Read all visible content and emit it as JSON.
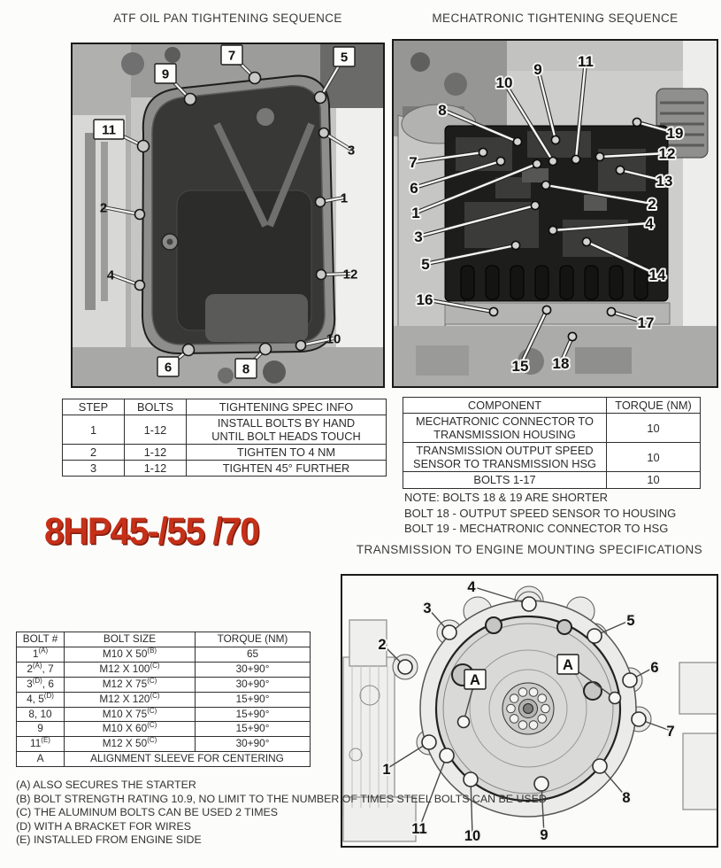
{
  "colors": {
    "model_red": "#c63018"
  },
  "model_label": "8HP45-/55 /70",
  "atf_diagram": {
    "title": "ATF OIL PAN TIGHTENING SEQUENCE",
    "callouts": [
      "9",
      "7",
      "5",
      "11",
      "3",
      "2",
      "1",
      "4",
      "12",
      "10",
      "6",
      "8"
    ]
  },
  "mech_diagram": {
    "title": "MECHATRONIC TIGHTENING SEQUENCE",
    "callouts": [
      "8",
      "10",
      "9",
      "11",
      "19",
      "7",
      "12",
      "6",
      "13",
      "1",
      "2",
      "3",
      "4",
      "5",
      "14",
      "16",
      "17",
      "15",
      "18"
    ]
  },
  "mount_diagram": {
    "title": "TRANSMISSION TO ENGINE MOUNTING SPECIFICATIONS",
    "callouts": [
      "4",
      "3",
      "2",
      "5",
      "6",
      "7",
      "1",
      "8",
      "11",
      "10",
      "9",
      "A",
      "A"
    ]
  },
  "atf_table": {
    "headers": [
      "STEP",
      "BOLTS",
      "TIGHTENING SPEC INFO"
    ],
    "rows": [
      [
        "1",
        "1-12",
        "INSTALL BOLTS BY HAND\nUNTIL BOLT HEADS TOUCH"
      ],
      [
        "2",
        "1-12",
        "TIGHTEN TO 4 NM"
      ],
      [
        "3",
        "1-12",
        "TIGHTEN 45° FURTHER"
      ]
    ]
  },
  "mech_table": {
    "headers": [
      "COMPONENT",
      "TORQUE (NM)"
    ],
    "rows": [
      [
        "MECHATRONIC CONNECTOR TO\nTRANSMISSION HOUSING",
        "10"
      ],
      [
        "TRANSMISSION OUTPUT SPEED\nSENSOR TO TRANSMISSION HSG",
        "10"
      ],
      [
        "BOLTS 1-17",
        "10"
      ]
    ],
    "notes": [
      "NOTE: BOLTS 18 & 19 ARE SHORTER",
      "BOLT 18 - OUTPUT SPEED SENSOR TO HOUSING",
      "BOLT 19 - MECHATRONIC CONNECTOR TO HSG"
    ]
  },
  "bolt_table": {
    "headers": [
      "BOLT #",
      "BOLT SIZE",
      "TORQUE (NM)"
    ],
    "rows": [
      [
        "1^(A)",
        "M10 X 50^(B)",
        "65"
      ],
      [
        "2^(A), 7",
        "M12 X 100^(C)",
        "30+90°"
      ],
      [
        "3^(D), 6",
        "M12 X 75^(C)",
        "30+90°"
      ],
      [
        "4, 5^(D)",
        "M12 X 120^(C)",
        "15+90°"
      ],
      [
        "8, 10",
        "M10 X 75^(C)",
        "15+90°"
      ],
      [
        "9",
        "M10 X 60^(C)",
        "15+90°"
      ],
      [
        "11^(E)",
        "M12 X 50^(C)",
        "30+90°"
      ]
    ],
    "footer_row": [
      "A",
      "ALIGNMENT SLEEVE FOR CENTERING"
    ],
    "footnotes": [
      "(A) ALSO SECURES THE STARTER",
      "(B) BOLT STRENGTH RATING 10.9, NO LIMIT TO THE NUMBER OF TIMES STEEL BOLTS CAN BE USED",
      "(C) THE ALUMINUM BOLTS CAN BE USED 2 TIMES",
      "(D) WITH A BRACKET FOR WIRES",
      "(E) INSTALLED FROM ENGINE SIDE"
    ]
  }
}
